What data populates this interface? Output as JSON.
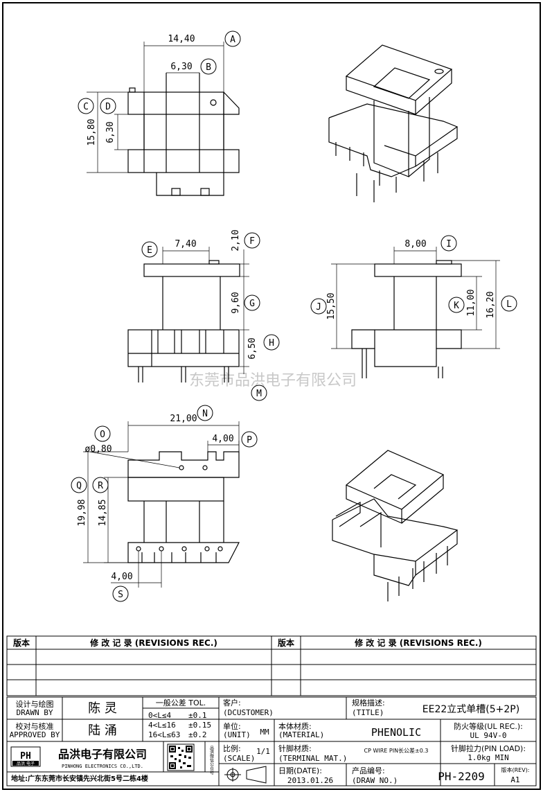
{
  "watermark": "东莞市品洪电子有限公司",
  "top_view": {
    "dims": {
      "width": "14,40",
      "slot": "6,30",
      "height": "15,80",
      "slot_h": "6,30"
    },
    "bubbles": {
      "a": "A",
      "b": "B",
      "c": "C",
      "d": "D"
    }
  },
  "front_view": {
    "dims": {
      "flange_w": "7,40",
      "top_t": "2,10",
      "window_h": "9,60",
      "base_h": "6,50"
    },
    "bubbles": {
      "e": "E",
      "f": "F",
      "g": "G",
      "h": "H",
      "m": "M"
    }
  },
  "side_view": {
    "dims": {
      "core_w": "8,00",
      "total_h": "15,50",
      "window_h": "11,00",
      "overall_h": "16,20"
    },
    "bubbles": {
      "i": "I",
      "j": "J",
      "k": "K",
      "l": "L"
    }
  },
  "bottom_view": {
    "dims": {
      "length": "21,00",
      "pin_dia": "ø0,80",
      "pin_pitch": "4,00",
      "height": "19,98",
      "inner_h": "14,85",
      "pitch": "4,00"
    },
    "bubbles": {
      "n": "N",
      "o": "O",
      "p": "P",
      "q": "Q",
      "r": "R",
      "s": "S"
    }
  },
  "revisions": {
    "col_version": "版本",
    "col_record": "修 改 记 录 (REVISIONS REC.)"
  },
  "title_block": {
    "designer_label_cn": "设计与绘图",
    "designer_label_en": "DRAWN BY",
    "designer": "陈 灵",
    "approver_label_cn": "校对与核准",
    "approver_label_en": "APPROVED BY",
    "approver": "陆 涌",
    "tol_title": "一般公差 TOL.",
    "tol_rows": [
      {
        "range": "0<L≤4",
        "tol": "±0.1"
      },
      {
        "range": "4<L≤16",
        "tol": "±0.15"
      },
      {
        "range": "16<L≤63",
        "tol": "±0.2"
      }
    ],
    "customer_label_cn": "客户:",
    "customer_label_en": "(DCUSTOMER)",
    "title_label_cn": "规格描述:",
    "title_label_en": "(TITLE)",
    "title_value": "EE22立式单槽(5+2P)",
    "unit_label_cn": "单位:",
    "unit_label_en": "(UNIT)",
    "unit_value": "MM",
    "material_label_cn": "本体材质:",
    "material_label_en": "(MATERIAL)",
    "material_value": "PHENOLIC",
    "ul_label": "防火等级(UL REC.):",
    "ul_value": "UL 94V-0",
    "company_cn": "品洪电子有限公司",
    "company_en": "PINHONG ELECTRONICS CO.,LTD.",
    "logo_text": "PH",
    "logo_sub": "品洪 电子",
    "qr_caption": "品洪微信公众号",
    "scale_label_cn": "比例:",
    "scale_label_en": "(SCALE)",
    "scale_value": "1/1",
    "terminal_label_cn": "针脚材质:",
    "terminal_label_en": "(TERMINAL MAT.)",
    "terminal_value": "CP WIRE PIN长公差±0.3",
    "pin_load_label": "针脚拉力(PIN LOAD):",
    "pin_load_value": "1.0kg MIN",
    "address": "地址:广东东莞市长安镇先兴北街5号二栋4楼",
    "date_label_cn": "日期(DATE):",
    "date_value": "2013.01.26",
    "drawno_label_cn": "产品编号:",
    "drawno_label_en": "(DRAW NO.)",
    "drawno_value": "PH-2209",
    "rev_label": "版本(REV):",
    "rev_value": "A1"
  }
}
